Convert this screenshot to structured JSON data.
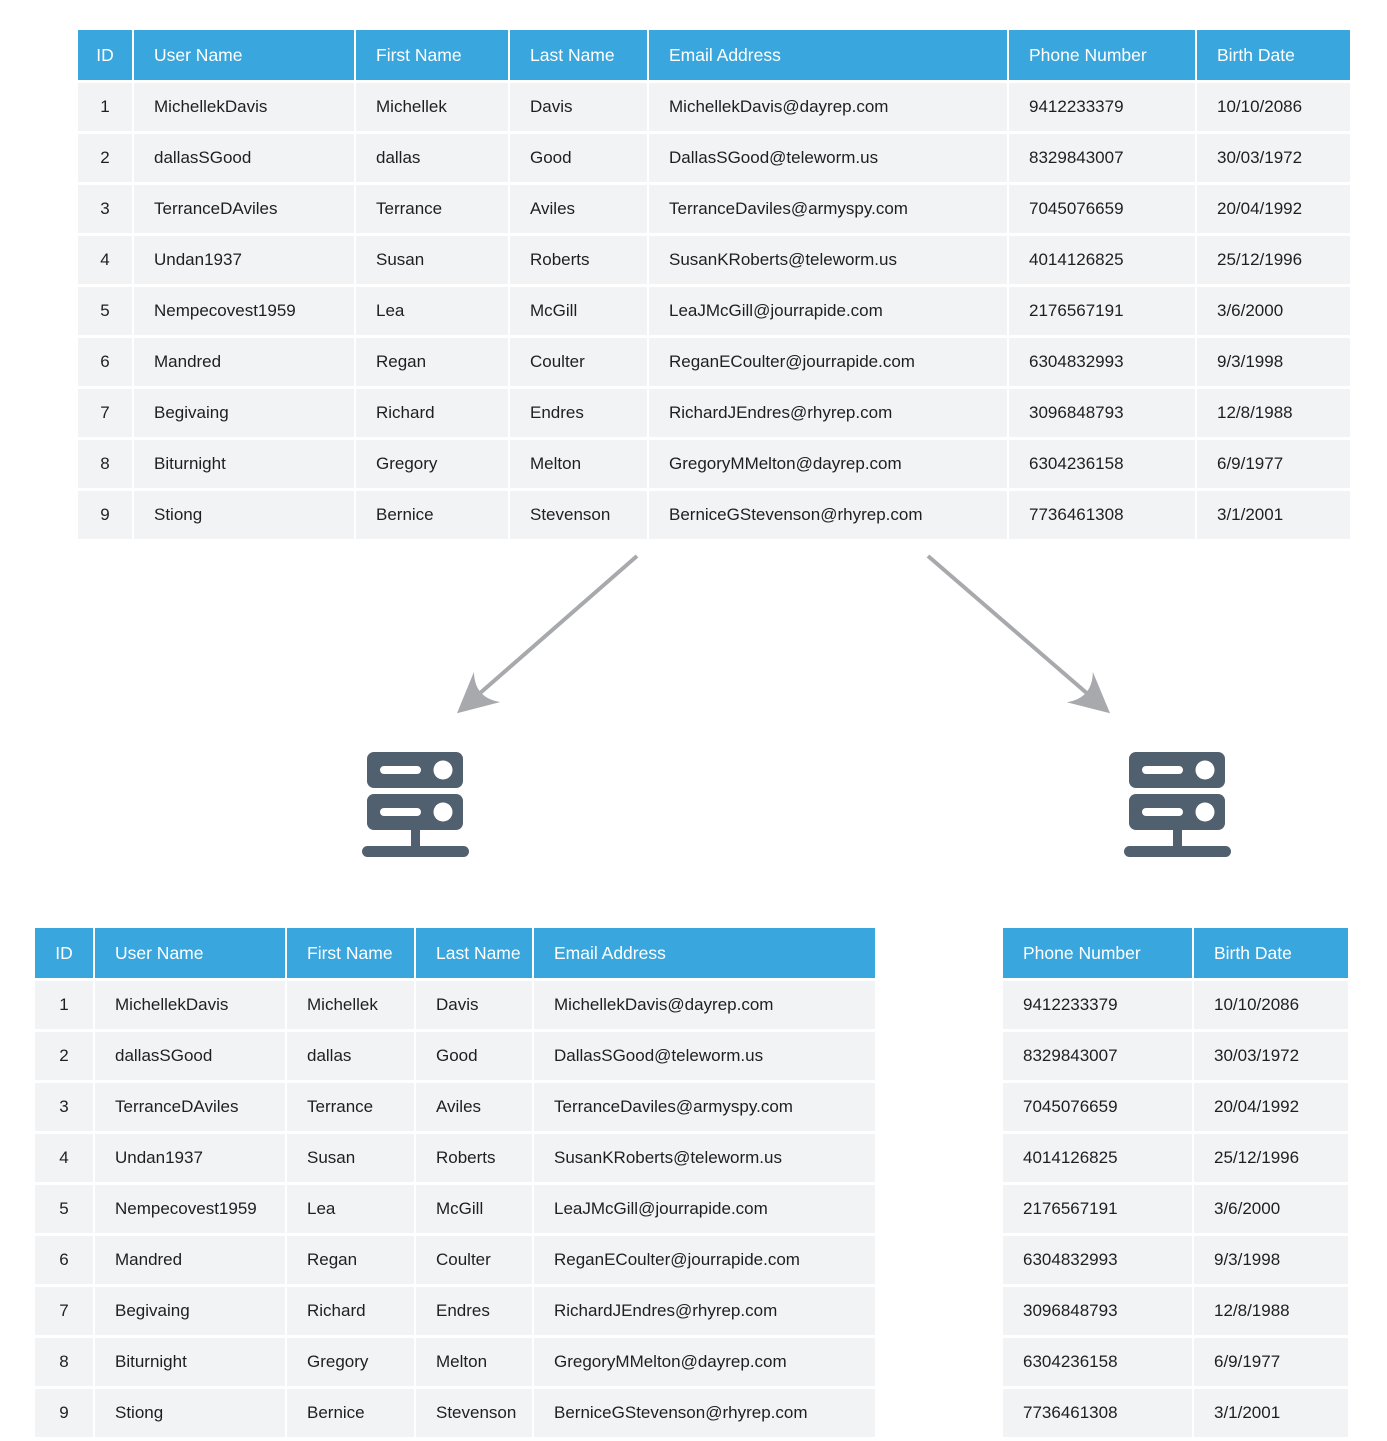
{
  "diagram_title": "database-vertical-partitioning",
  "colors": {
    "header_bg": "#39a6dd",
    "row_bg": "#f2f3f5",
    "grid": "#ffffff",
    "text": "#1f1f21",
    "header_text": "#ffffff",
    "server_icon": "#51606e",
    "arrow": "#a7a9ac"
  },
  "columns": {
    "id": "ID",
    "user_name": "User Name",
    "first_name": "First Name",
    "last_name": "Last Name",
    "email": "Email Address",
    "phone": "Phone Number",
    "birth_date": "Birth Date"
  },
  "users": [
    {
      "id": "1",
      "user_name": "MichellekDavis",
      "first_name": "Michellek",
      "last_name": "Davis",
      "email": "MichellekDavis@dayrep.com",
      "phone": "9412233379",
      "birth_date": "10/10/2086"
    },
    {
      "id": "2",
      "user_name": "dallasSGood",
      "first_name": "dallas",
      "last_name": "Good",
      "email": "DallasSGood@teleworm.us",
      "phone": "8329843007",
      "birth_date": "30/03/1972"
    },
    {
      "id": "3",
      "user_name": "TerranceDAviles",
      "first_name": "Terrance",
      "last_name": "Aviles",
      "email": "TerranceDaviles@armyspy.com",
      "phone": "7045076659",
      "birth_date": "20/04/1992"
    },
    {
      "id": "4",
      "user_name": "Undan1937",
      "first_name": "Susan",
      "last_name": "Roberts",
      "email": "SusanKRoberts@teleworm.us",
      "phone": "4014126825",
      "birth_date": "25/12/1996"
    },
    {
      "id": "5",
      "user_name": "Nempecovest1959",
      "first_name": "Lea",
      "last_name": "McGill",
      "email": "LeaJMcGill@jourrapide.com",
      "phone": "2176567191",
      "birth_date": "3/6/2000"
    },
    {
      "id": "6",
      "user_name": "Mandred",
      "first_name": "Regan",
      "last_name": "Coulter",
      "email": "ReganECoulter@jourrapide.com",
      "phone": "6304832993",
      "birth_date": "9/3/1998"
    },
    {
      "id": "7",
      "user_name": "Begivaing",
      "first_name": "Richard",
      "last_name": "Endres",
      "email": "RichardJEndres@rhyrep.com",
      "phone": "3096848793",
      "birth_date": "12/8/1988"
    },
    {
      "id": "8",
      "user_name": "Biturnight",
      "first_name": "Gregory",
      "last_name": "Melton",
      "email": "GregoryMMelton@dayrep.com",
      "phone": "6304236158",
      "birth_date": "6/9/1977"
    },
    {
      "id": "9",
      "user_name": "Stiong",
      "first_name": "Bernice",
      "last_name": "Stevenson",
      "email": "BerniceGStevenson@rhyrep.com",
      "phone": "7736461308",
      "birth_date": "3/1/2001"
    }
  ],
  "tables": {
    "full": {
      "column_keys": [
        "id",
        "user_name",
        "first_name",
        "last_name",
        "email",
        "phone",
        "birth_date"
      ]
    },
    "shard_left": {
      "column_keys": [
        "id",
        "user_name",
        "first_name",
        "last_name",
        "email"
      ]
    },
    "shard_right": {
      "column_keys": [
        "phone",
        "birth_date"
      ]
    }
  },
  "icons": {
    "server_left": "server-icon",
    "server_right": "server-icon",
    "arrow_left": "arrow-to-left-shard",
    "arrow_right": "arrow-to-right-shard"
  }
}
